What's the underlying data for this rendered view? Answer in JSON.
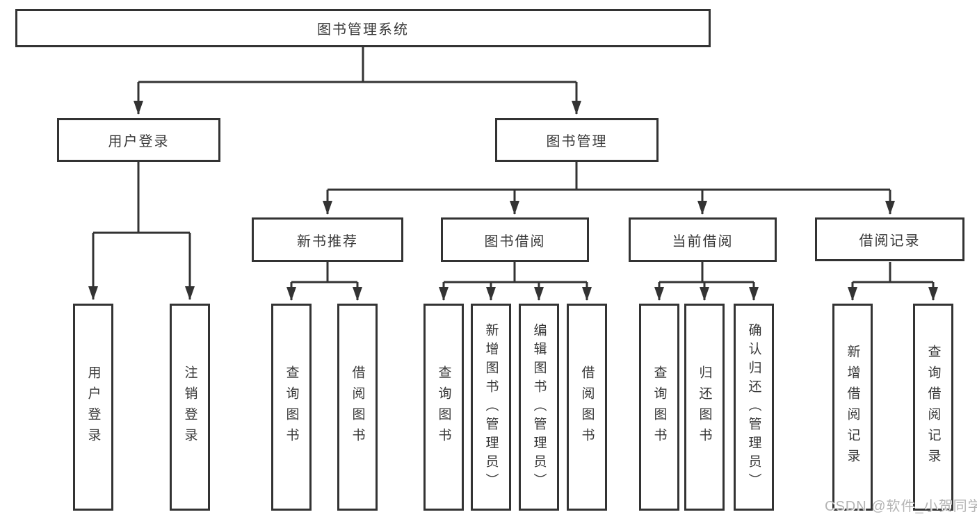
{
  "diagram_title": "图书管理系统",
  "colors": {
    "line": "#333333",
    "text": "#383838",
    "background": "#ffffff",
    "watermark": "#b4b4b4"
  },
  "watermark": {
    "text": "CSDN @软件_小贺同学"
  },
  "tree": {
    "root": {
      "label": "图书管理系统",
      "children": [
        {
          "label": "用户登录",
          "children": [
            {
              "label": "用户登录"
            },
            {
              "label": "注销登录"
            }
          ]
        },
        {
          "label": "图书管理",
          "children": [
            {
              "label": "新书推荐",
              "children": [
                {
                  "label": "查询图书"
                },
                {
                  "label": "借阅图书"
                }
              ]
            },
            {
              "label": "图书借阅",
              "children": [
                {
                  "label": "查询图书"
                },
                {
                  "label": "新增图书（管理员）"
                },
                {
                  "label": "编辑图书（管理员）"
                },
                {
                  "label": "借阅图书"
                }
              ]
            },
            {
              "label": "当前借阅",
              "children": [
                {
                  "label": "查询图书"
                },
                {
                  "label": "归还图书"
                },
                {
                  "label": "确认归还（管理员）"
                }
              ]
            },
            {
              "label": "借阅记录",
              "children": [
                {
                  "label": "新增借阅记录"
                },
                {
                  "label": "查询借阅记录"
                }
              ]
            }
          ]
        }
      ]
    }
  }
}
